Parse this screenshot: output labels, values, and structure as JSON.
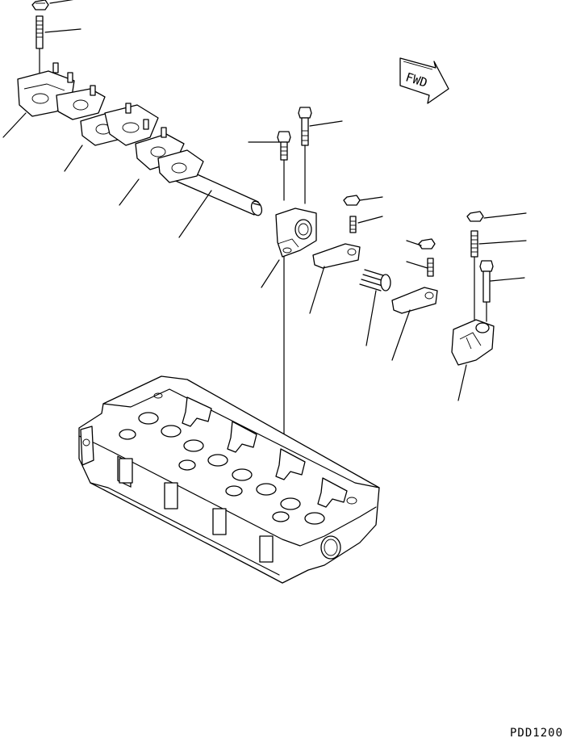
{
  "direction_marker": {
    "label": "FWD",
    "icon": "fwd-arrow-icon"
  },
  "drawing_code": "PDD1200",
  "leaders": [
    {
      "id": 1
    },
    {
      "id": 2
    },
    {
      "id": 3
    },
    {
      "id": 4
    },
    {
      "id": 5
    },
    {
      "id": 6
    },
    {
      "id": 7
    },
    {
      "id": 8
    },
    {
      "id": 9
    },
    {
      "id": 10
    },
    {
      "id": 11
    },
    {
      "id": 12
    },
    {
      "id": 13
    },
    {
      "id": 14
    },
    {
      "id": 15
    },
    {
      "id": 16
    },
    {
      "id": 17
    },
    {
      "id": 18
    },
    {
      "id": 19
    },
    {
      "id": 20
    },
    {
      "id": 21
    }
  ]
}
